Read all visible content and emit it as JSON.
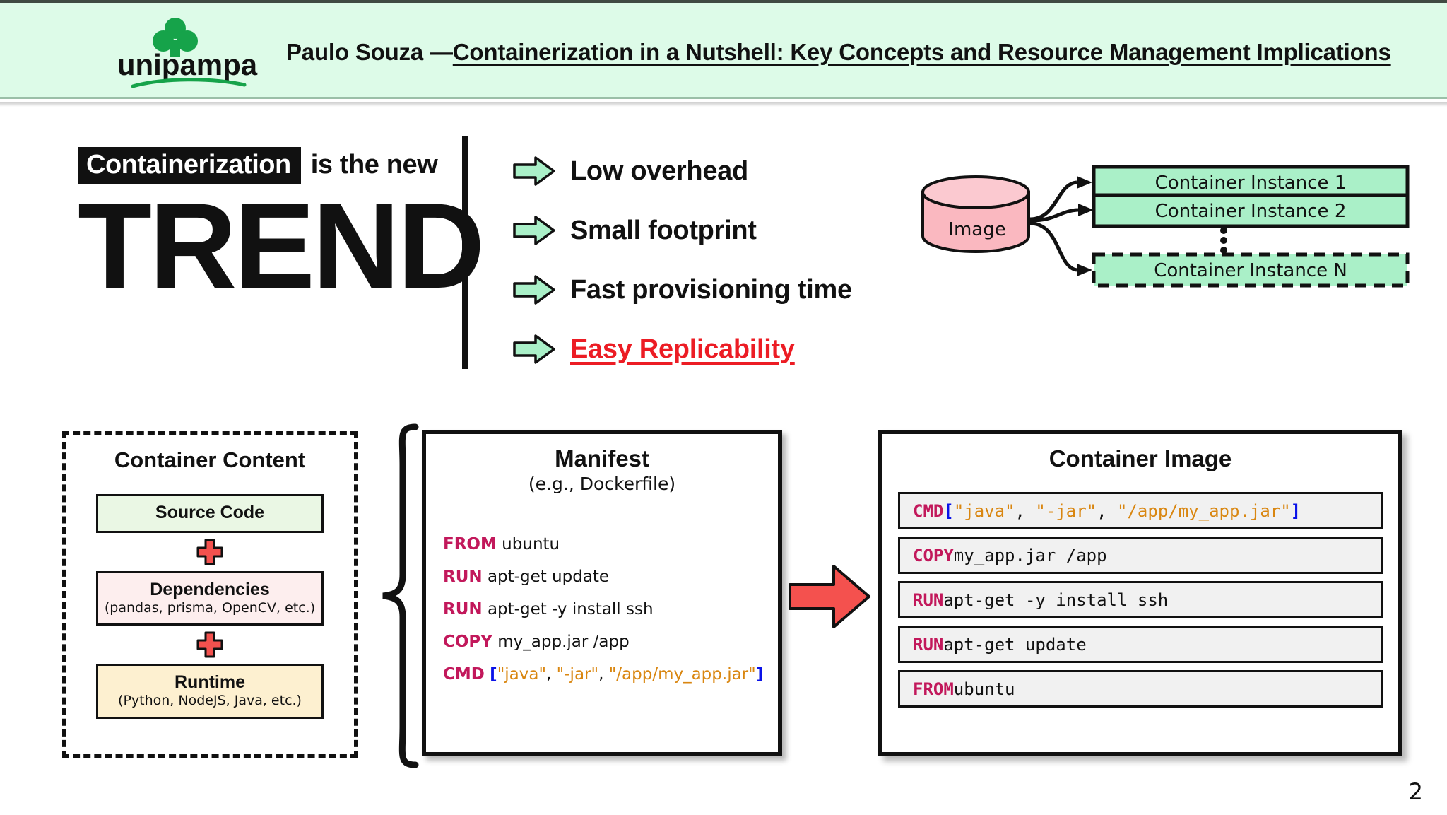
{
  "header": {
    "logo_text": "unipampa",
    "logo_icon": "clover-tree-icon",
    "author": "Paulo Souza — ",
    "title": "Containerization in a Nutshell: Key Concepts and Resource Management Implications",
    "band_color": "#ddfbe8",
    "logo_green": "#16a34a"
  },
  "headline": {
    "chip": "Containerization",
    "rest": "is the new",
    "big": "TREND"
  },
  "benefits": {
    "arrow_icon": "right-arrow-icon",
    "arrow_color": "#aaf0c8",
    "items": [
      {
        "label": "Low overhead",
        "accent": false
      },
      {
        "label": "Small footprint",
        "accent": false
      },
      {
        "label": "Fast provisioning time",
        "accent": false
      },
      {
        "label": "Easy Replicability",
        "accent": true
      }
    ],
    "accent_color": "#ec1c24"
  },
  "instances": {
    "source_label": "Image",
    "source_icon": "database-cylinder-icon",
    "source_color": "#fab8c0",
    "box_color": "#aaf0c8",
    "ellipsis": "vertical-ellipsis-icon",
    "boxes": [
      {
        "label": "Container Instance 1",
        "dashed": false
      },
      {
        "label": "Container Instance 2",
        "dashed": false
      },
      {
        "label": "Container Instance N",
        "dashed": true
      }
    ]
  },
  "container_content": {
    "title": "Container Content",
    "plus_icon": "plus-icon",
    "plus_color": "#f4514e",
    "boxes": [
      {
        "main": "Source Code",
        "sub": "",
        "color": "#eaf7e4"
      },
      {
        "main": "Dependencies",
        "sub": "(pandas, prisma, OpenCV, etc.)",
        "color": "#fdeeee"
      },
      {
        "main": "Runtime",
        "sub": "(Python, NodeJS, Java, etc.)",
        "color": "#fdf0d0"
      }
    ]
  },
  "brace_icon": "curly-brace-icon",
  "manifest": {
    "title": "Manifest",
    "subtitle": "(e.g., Dockerfile)",
    "lines": [
      {
        "keyword": "FROM",
        "rest": " ubuntu",
        "special": false
      },
      {
        "keyword": "RUN",
        "rest": " apt-get update",
        "special": false
      },
      {
        "keyword": "RUN",
        "rest": " apt-get -y install ssh",
        "special": false
      },
      {
        "keyword": "COPY",
        "rest": " my_app.jar /app",
        "special": false
      },
      {
        "keyword": "CMD",
        "rest": " [\"java\", \"-jar\", \"/app/my_app.jar\"]",
        "special": true
      }
    ]
  },
  "transform_arrow": {
    "icon": "right-arrow-icon",
    "color": "#f4514e"
  },
  "container_image": {
    "title": "Container Image",
    "layers": [
      {
        "keyword": "CMD",
        "rest": " [\"java\", \"-jar\", \"/app/my_app.jar\"]",
        "special": true
      },
      {
        "keyword": "COPY",
        "rest": " my_app.jar /app",
        "special": false
      },
      {
        "keyword": "RUN",
        "rest": " apt-get -y install ssh",
        "special": false
      },
      {
        "keyword": "RUN",
        "rest": " apt-get update",
        "special": false
      },
      {
        "keyword": "FROM",
        "rest": " ubuntu",
        "special": false
      }
    ]
  },
  "page_number": "2"
}
